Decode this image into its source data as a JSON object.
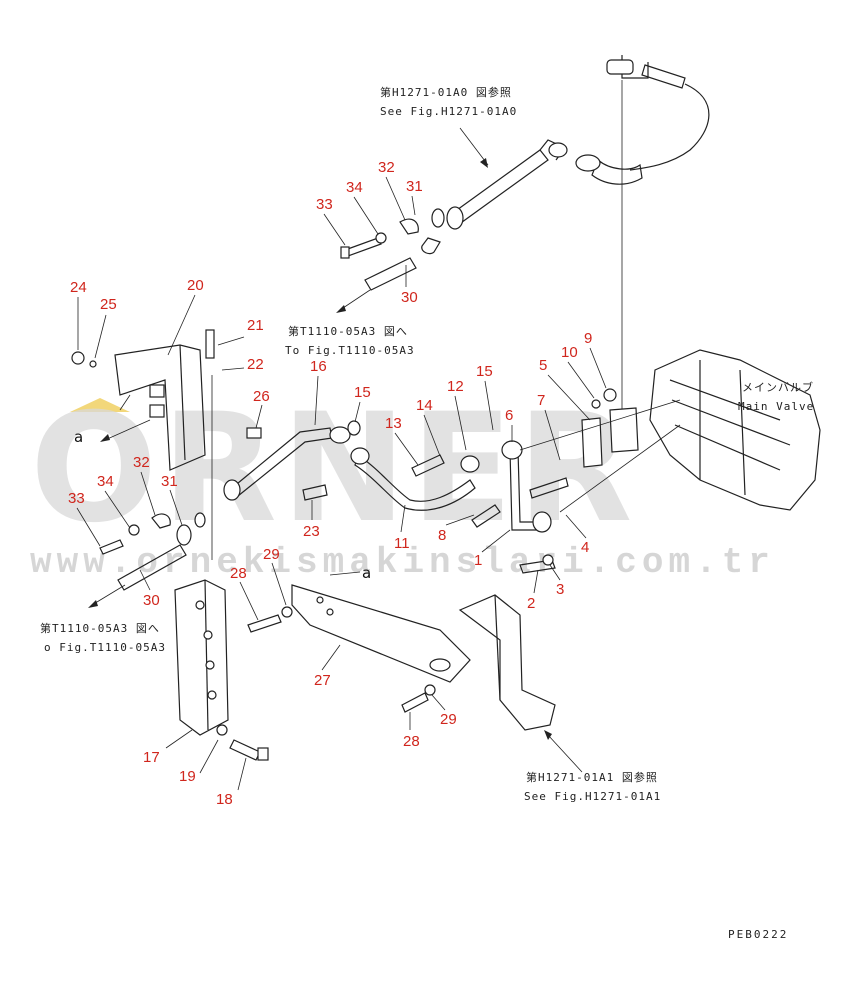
{
  "watermark": {
    "brand": "ORNER",
    "url": "www.ornekismakinslari.com.tr",
    "accent_color": "#f2d77a"
  },
  "references": {
    "top_jp": "第H1271-01A0 図参照",
    "top_en": "See Fig.H1271-01A0",
    "mid_jp": "第T1110-05A3 図へ",
    "mid_en": "To Fig.T1110-05A3",
    "left_jp": "第T1110-05A3 図へ",
    "left_en": "o Fig.T1110-05A3",
    "bottom_jp": "第H1271-01A1 図参照",
    "bottom_en": "See Fig.H1271-01A1",
    "valve_jp": "メインバルブ",
    "valve_en": "Main Valve"
  },
  "view_marker": "a",
  "drawing_code": "PEB0222",
  "part_numbers": [
    "1",
    "2",
    "3",
    "4",
    "5",
    "6",
    "7",
    "8",
    "9",
    "10",
    "11",
    "12",
    "13",
    "14",
    "15",
    "15",
    "16",
    "17",
    "18",
    "19",
    "20",
    "21",
    "22",
    "23",
    "24",
    "25",
    "26",
    "27",
    "28",
    "28",
    "29",
    "29",
    "30",
    "30",
    "31",
    "31",
    "32",
    "32",
    "33",
    "33",
    "34",
    "34"
  ]
}
